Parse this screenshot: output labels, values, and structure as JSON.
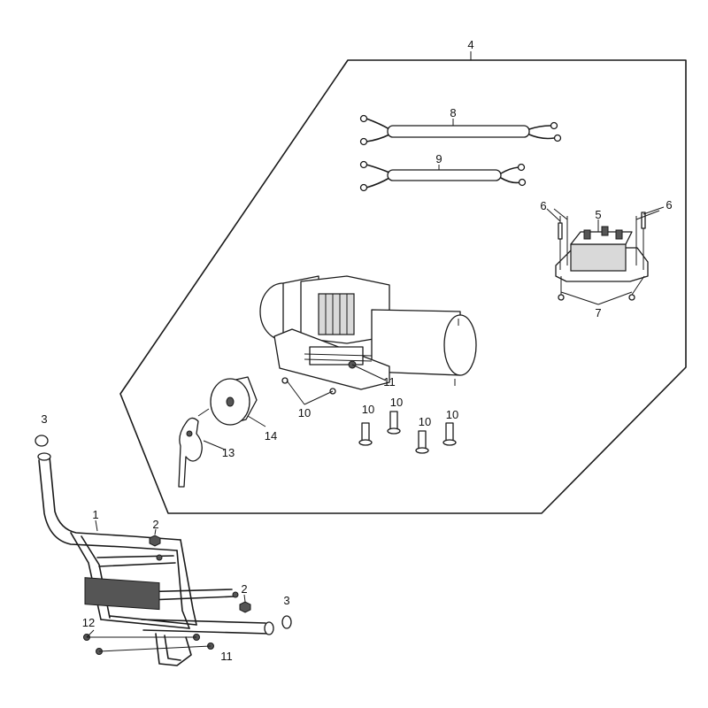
{
  "callouts": {
    "c1": "1",
    "c2a": "2",
    "c2b": "2",
    "c3a": "3",
    "c3b": "3",
    "c4": "4",
    "c5": "5",
    "c6a": "6",
    "c6b": "6",
    "c7": "7",
    "c8": "8",
    "c9": "9",
    "c10a": "10",
    "c10b": "10",
    "c10c": "10",
    "c10d": "10",
    "c10e": "10",
    "c11a": "11",
    "c11b": "11",
    "c12": "12",
    "c13": "13",
    "c14": "14"
  }
}
